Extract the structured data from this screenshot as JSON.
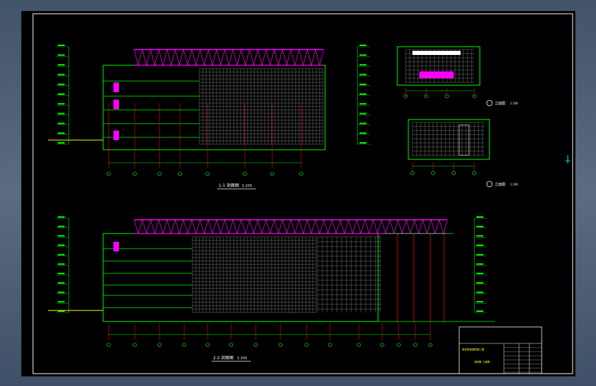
{
  "drawing": {
    "views": [
      {
        "key": "section_1",
        "title": "1-1 剖面图",
        "scale": "1:150"
      },
      {
        "key": "section_2",
        "title": "2-2 剖面图",
        "scale": "1:150"
      },
      {
        "key": "elevation_a",
        "title": "立面图",
        "scale": "1:100"
      },
      {
        "key": "elevation_b",
        "title": "立面图",
        "scale": "1:100"
      }
    ],
    "title_block": {
      "project": "某体育馆建筑施工图",
      "drawing_name": "剖面图 立面图"
    }
  },
  "colors": {
    "background": "#000000",
    "frame": "#ffffff",
    "structure": "#00ff00",
    "truss": "#ff00ff",
    "axis": "#ff0000",
    "detail": "#cccccc",
    "annotation": "#ffff00",
    "cyan": "#00ffff"
  }
}
